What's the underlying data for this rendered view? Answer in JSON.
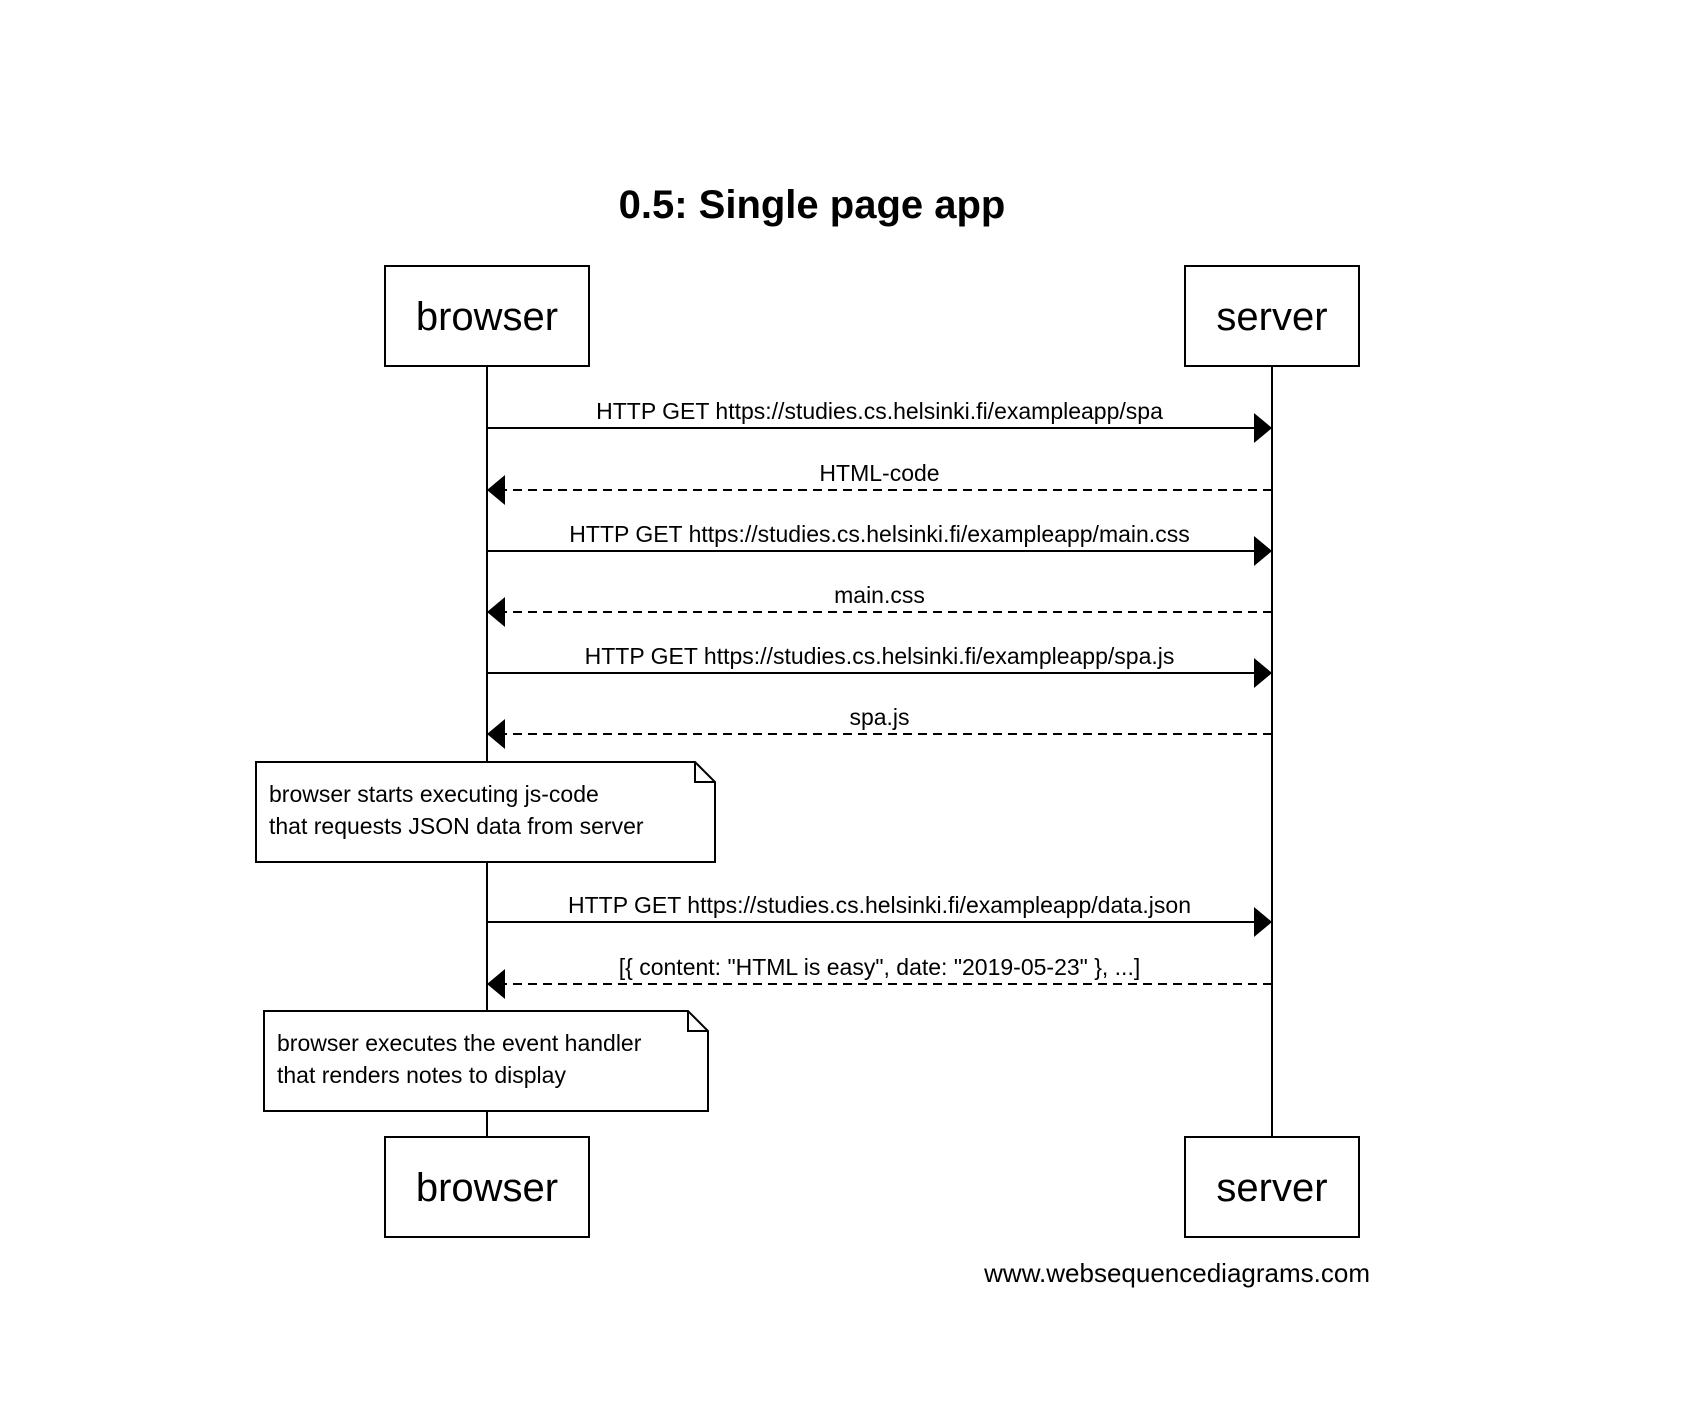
{
  "diagram": {
    "title": "0.5: Single page app",
    "participants": [
      {
        "id": "browser",
        "label": "browser"
      },
      {
        "id": "server",
        "label": "server"
      }
    ],
    "steps": [
      {
        "kind": "message",
        "from": "browser",
        "to": "server",
        "style": "solid",
        "label": "HTTP GET https://studies.cs.helsinki.fi/exampleapp/spa"
      },
      {
        "kind": "message",
        "from": "server",
        "to": "browser",
        "style": "dashed",
        "label": "HTML-code"
      },
      {
        "kind": "message",
        "from": "browser",
        "to": "server",
        "style": "solid",
        "label": "HTTP GET https://studies.cs.helsinki.fi/exampleapp/main.css"
      },
      {
        "kind": "message",
        "from": "server",
        "to": "browser",
        "style": "dashed",
        "label": "main.css"
      },
      {
        "kind": "message",
        "from": "browser",
        "to": "server",
        "style": "solid",
        "label": "HTTP GET https://studies.cs.helsinki.fi/exampleapp/spa.js"
      },
      {
        "kind": "message",
        "from": "server",
        "to": "browser",
        "style": "dashed",
        "label": "spa.js"
      },
      {
        "kind": "note",
        "over": "browser",
        "lines": [
          "browser starts executing js-code",
          "that requests JSON data from server"
        ]
      },
      {
        "kind": "message",
        "from": "browser",
        "to": "server",
        "style": "solid",
        "label": "HTTP GET https://studies.cs.helsinki.fi/exampleapp/data.json"
      },
      {
        "kind": "message",
        "from": "server",
        "to": "browser",
        "style": "dashed",
        "label": "[{ content: \"HTML is easy\", date: \"2019-05-23\" }, ...]"
      },
      {
        "kind": "note",
        "over": "browser",
        "lines": [
          "browser executes the event handler",
          "that renders notes to display"
        ]
      }
    ],
    "footer": "www.websequencediagrams.com"
  }
}
